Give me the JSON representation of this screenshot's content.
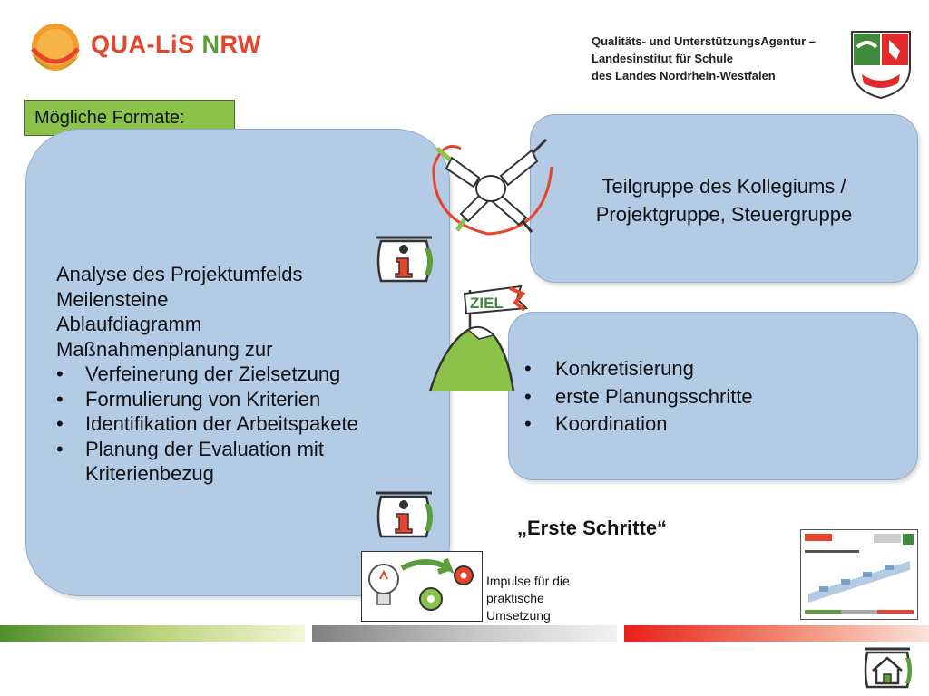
{
  "header": {
    "logo": {
      "part1": "QUA-",
      "part2": "LiS",
      "part3": " ",
      "part4": "N",
      "part5": "RW"
    },
    "agency_lines": [
      "Qualitäts- und UnterstützungsAgentur –",
      "Landesinstitut für Schule",
      "des Landes Nordrhein-Westfalen"
    ]
  },
  "formats_label": "Mögliche Formate:",
  "big_panel": {
    "lines": [
      "Analyse des Projektumfelds",
      "Meilensteine",
      "Ablaufdiagramm",
      "Maßnahmenplanung zur"
    ],
    "bullets": [
      "Verfeinerung der Zielsetzung",
      "Formulierung von Kriterien",
      "Identifikation der Arbeitspakete",
      "Planung der Evaluation mit Kriterienbezug"
    ]
  },
  "panel_top": {
    "line1": "Teilgruppe des Kollegiums /",
    "line2": "Projektgruppe, Steuergruppe"
  },
  "panel_mid": {
    "bullets": [
      "Konkretisierung",
      "erste Planungsschritte",
      "Koordination"
    ]
  },
  "goal_sign": "ZIEL",
  "first_steps": "„Erste Schritte“",
  "impulse": {
    "line1": "Impulse für die",
    "line2": "praktische",
    "line3": "Umsetzung"
  },
  "icons": {
    "hands": "hands-together-icon",
    "info": "info-icon",
    "goal": "goal-mountain-icon",
    "impulse": "lightbulb-gears-icon",
    "home": "home-icon"
  },
  "colors": {
    "panel_fill": "#b4cbe6",
    "label_fill": "#8bc34a",
    "bar_green": "#4f8f2c",
    "bar_gray": "#808080",
    "bar_red": "#e8201a",
    "logo_red": "#e8432b",
    "logo_green": "#5a9e3b"
  }
}
